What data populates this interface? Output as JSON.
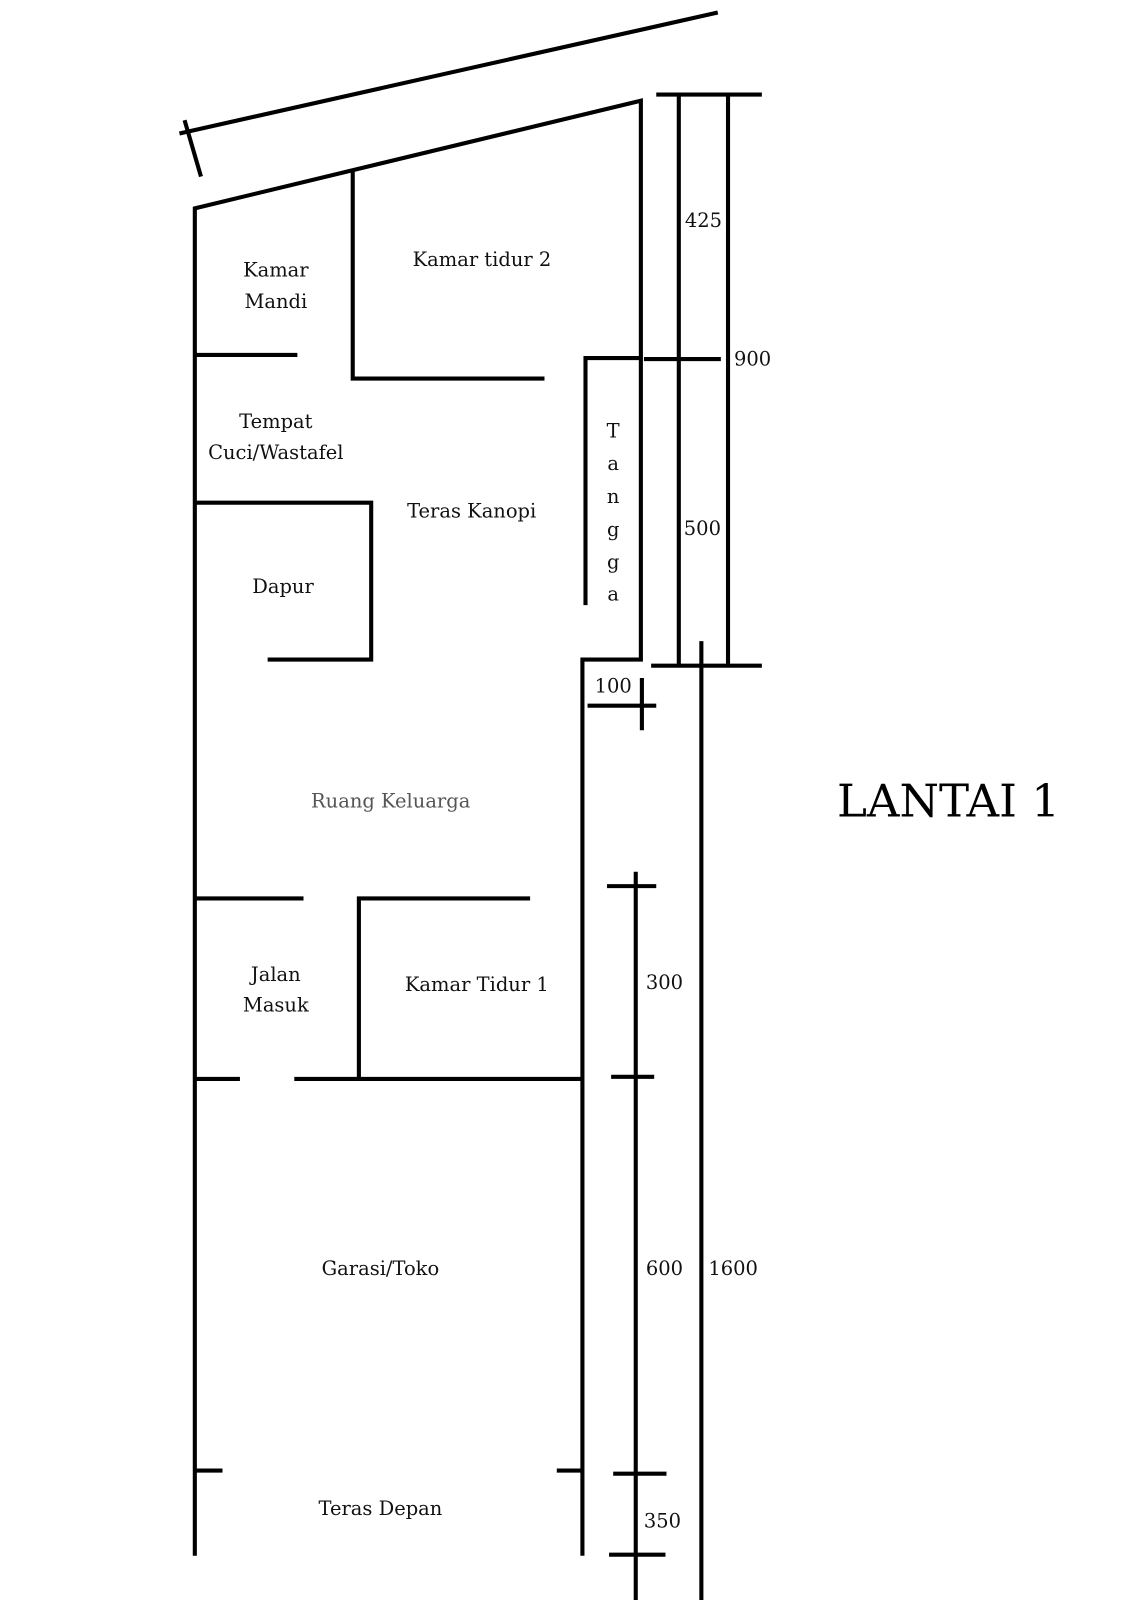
{
  "title": "LANTAI 1",
  "rooms": {
    "kamar_mandi": [
      "Kamar",
      "Mandi"
    ],
    "kamar_tidur_2": "Kamar tidur 2",
    "tempat_cuci": [
      "Tempat",
      "Cuci/Wastafel"
    ],
    "teras_kanopi": "Teras Kanopi",
    "tangga": [
      "T",
      "a",
      "n",
      "g",
      "g",
      "a"
    ],
    "dapur": "Dapur",
    "ruang_keluarga": "Ruang Keluarga",
    "jalan_masuk": [
      "Jalan",
      "Masuk"
    ],
    "kamar_tidur_1": "Kamar Tidur 1",
    "garasi_toko": "Garasi/Toko",
    "teras_depan": "Teras Depan"
  },
  "dimensions": {
    "d425": "425",
    "d900": "900",
    "d500": "500",
    "d100": "100",
    "d300": "300",
    "d600": "600",
    "d1600": "1600",
    "d350": "350"
  }
}
